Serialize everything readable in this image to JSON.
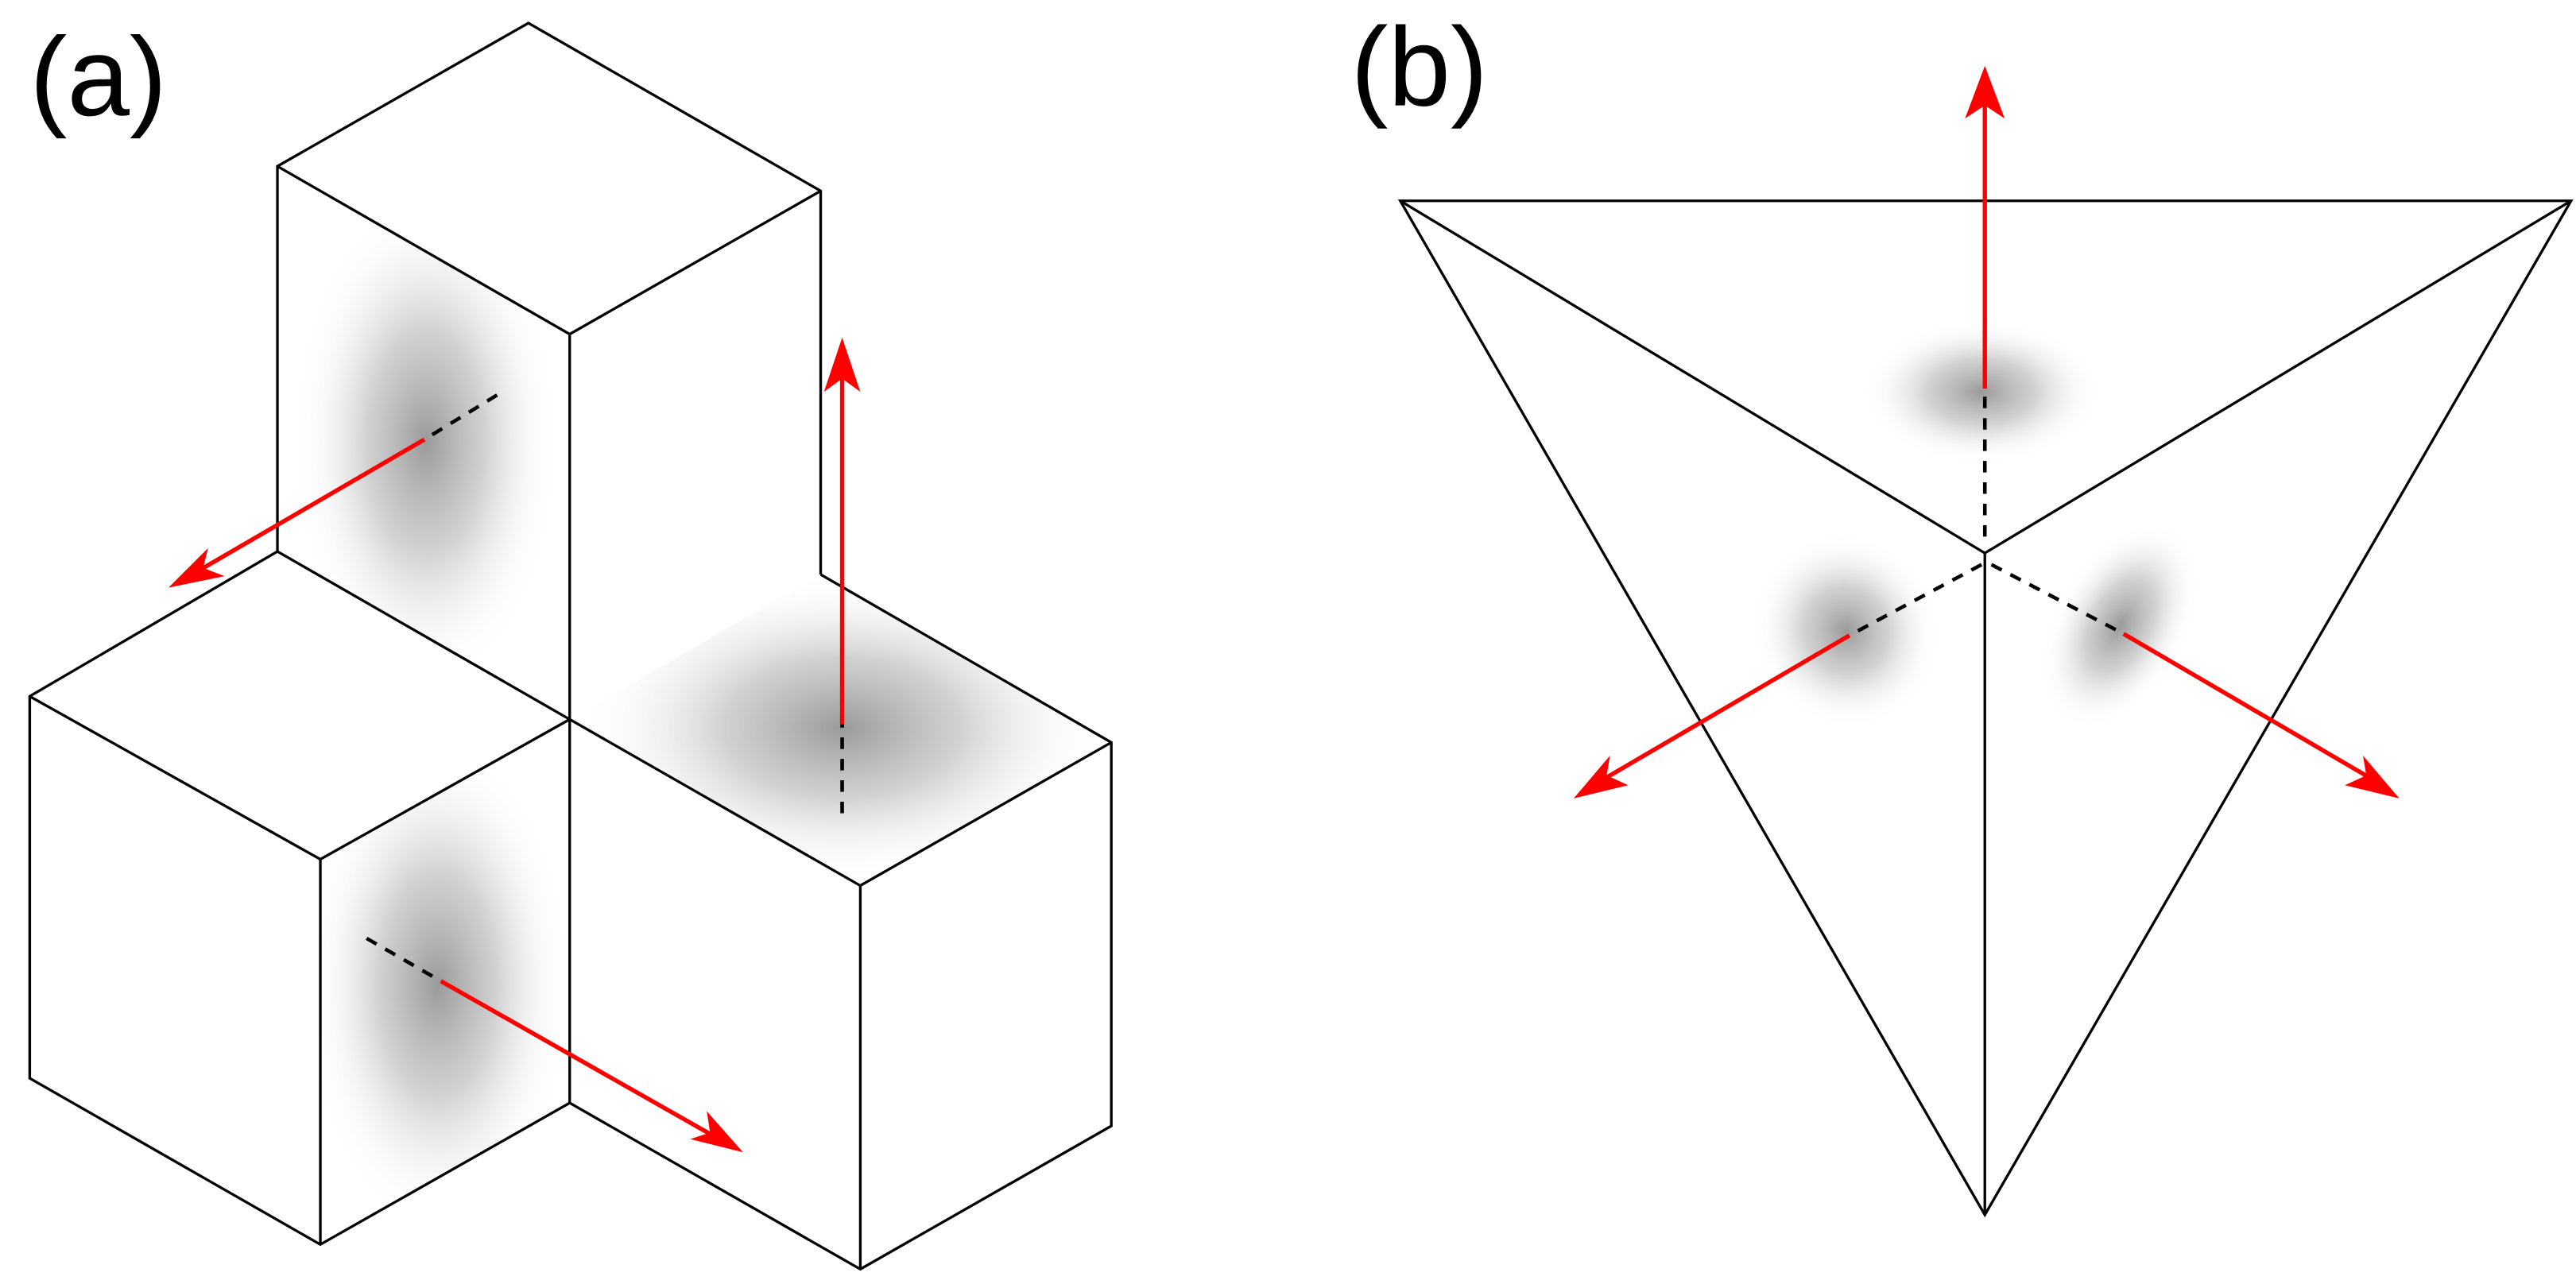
{
  "panels": [
    {
      "id": "a",
      "label": "(a)"
    },
    {
      "id": "b",
      "label": "(b)"
    }
  ],
  "colors": {
    "edge": "#000000",
    "arrow": "#ff0000",
    "shading": "#9a9a9a",
    "background": "#ffffff"
  }
}
